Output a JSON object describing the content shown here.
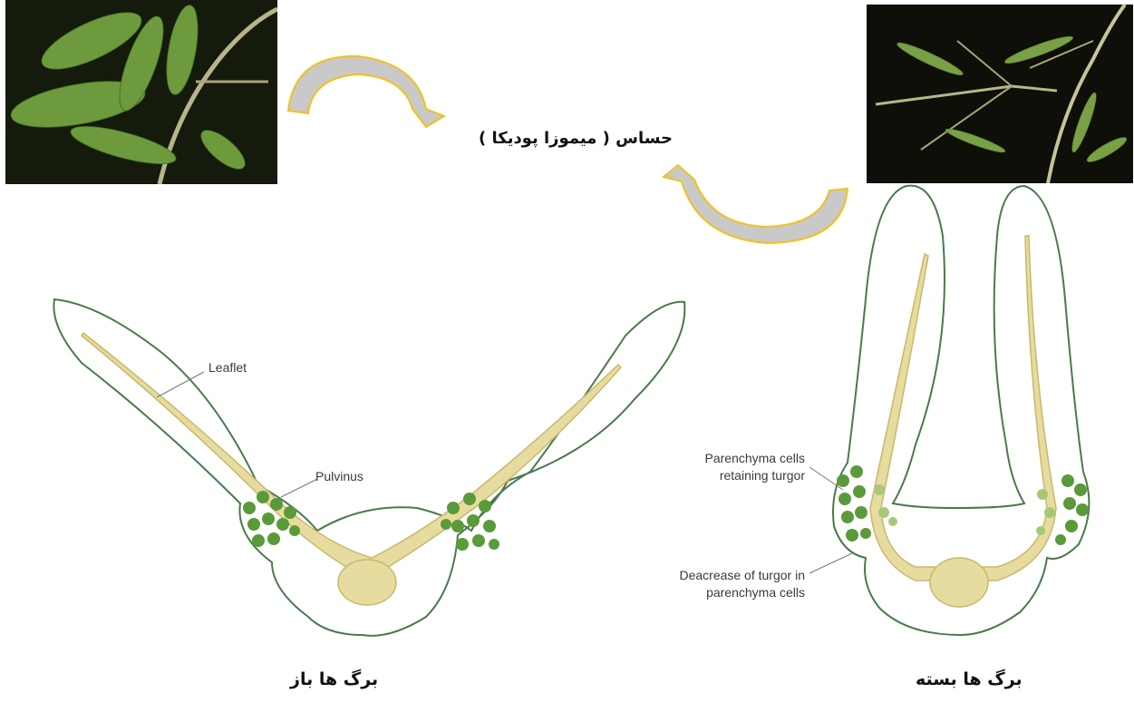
{
  "title": "حساس ( میموزا پودیکا )",
  "captions": {
    "open": "برگ ها باز",
    "closed": "برگ ها بسته"
  },
  "labels": {
    "leaflet": "Leaflet",
    "pulvinus": "Pulvinus",
    "parenchyma_line1": "Parenchyma cells",
    "parenchyma_line2": "retaining turgor",
    "decrease_line1": "Deacrease of turgor in",
    "decrease_line2": "parenchyma cells"
  },
  "colors": {
    "outline": "#4a7a4a",
    "cells": "#5a9a3a",
    "cells_light": "#a8c878",
    "vein": "#e6dca0",
    "vein_edge": "#c9b86a",
    "arrow": "#f2c21b",
    "arrow_fill": "#c9c9c9",
    "photo_bg": "#141a0c",
    "leaf_green": "#6d9a3c"
  },
  "images": {
    "open_photo": "mimosa-leaves-open-photo",
    "closed_photo": "mimosa-leaves-closed-photo"
  }
}
